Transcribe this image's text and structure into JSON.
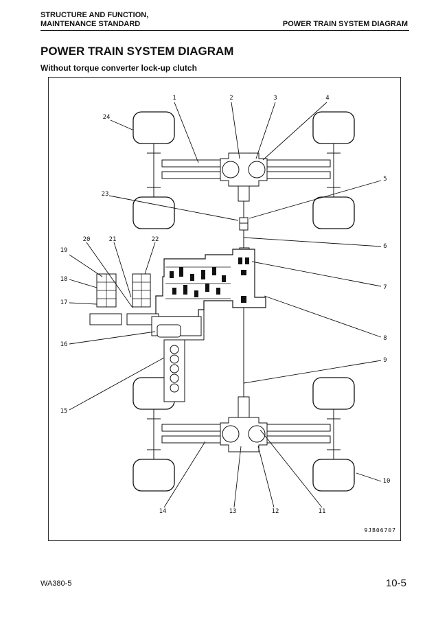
{
  "header": {
    "left_line1": "STRUCTURE AND FUNCTION,",
    "left_line2": "MAINTENANCE STANDARD",
    "right": "POWER TRAIN SYSTEM DIAGRAM"
  },
  "title": "POWER TRAIN SYSTEM DIAGRAM",
  "subtitle": "Without torque converter lock-up clutch",
  "figure": {
    "code": "9JB06707",
    "callouts": [
      "1",
      "2",
      "3",
      "4",
      "5",
      "6",
      "7",
      "8",
      "9",
      "10",
      "11",
      "12",
      "13",
      "14",
      "15",
      "16",
      "17",
      "18",
      "19",
      "20",
      "21",
      "22",
      "23",
      "24"
    ]
  },
  "footer": {
    "model": "WA380-5",
    "page": "10-5"
  }
}
